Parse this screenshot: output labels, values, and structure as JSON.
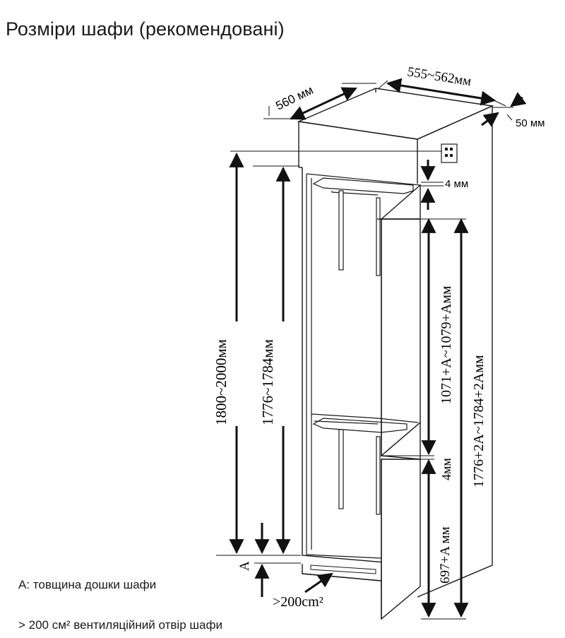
{
  "title": "Розміри шафи (рекомендовані)",
  "legend": {
    "a_note": "A: товщина дошки шафи",
    "vent_note": "> 200 см² вентиляційний отвір шафи"
  },
  "dimensions": {
    "depth": "560 мм",
    "width": "555~562мм",
    "rear_gap": "50 мм",
    "top_gap": "4 мм",
    "cabinet_height": "1800~2000мм",
    "niche_height": "1776~1784мм",
    "upper_door": "1071+A~1079+Aмм",
    "door_gap": "4мм",
    "lower_door": "697+A мм",
    "total_door": "1776+2A~1784+2Aмм",
    "board_thickness": "A",
    "vent_area": ">200cm²"
  }
}
